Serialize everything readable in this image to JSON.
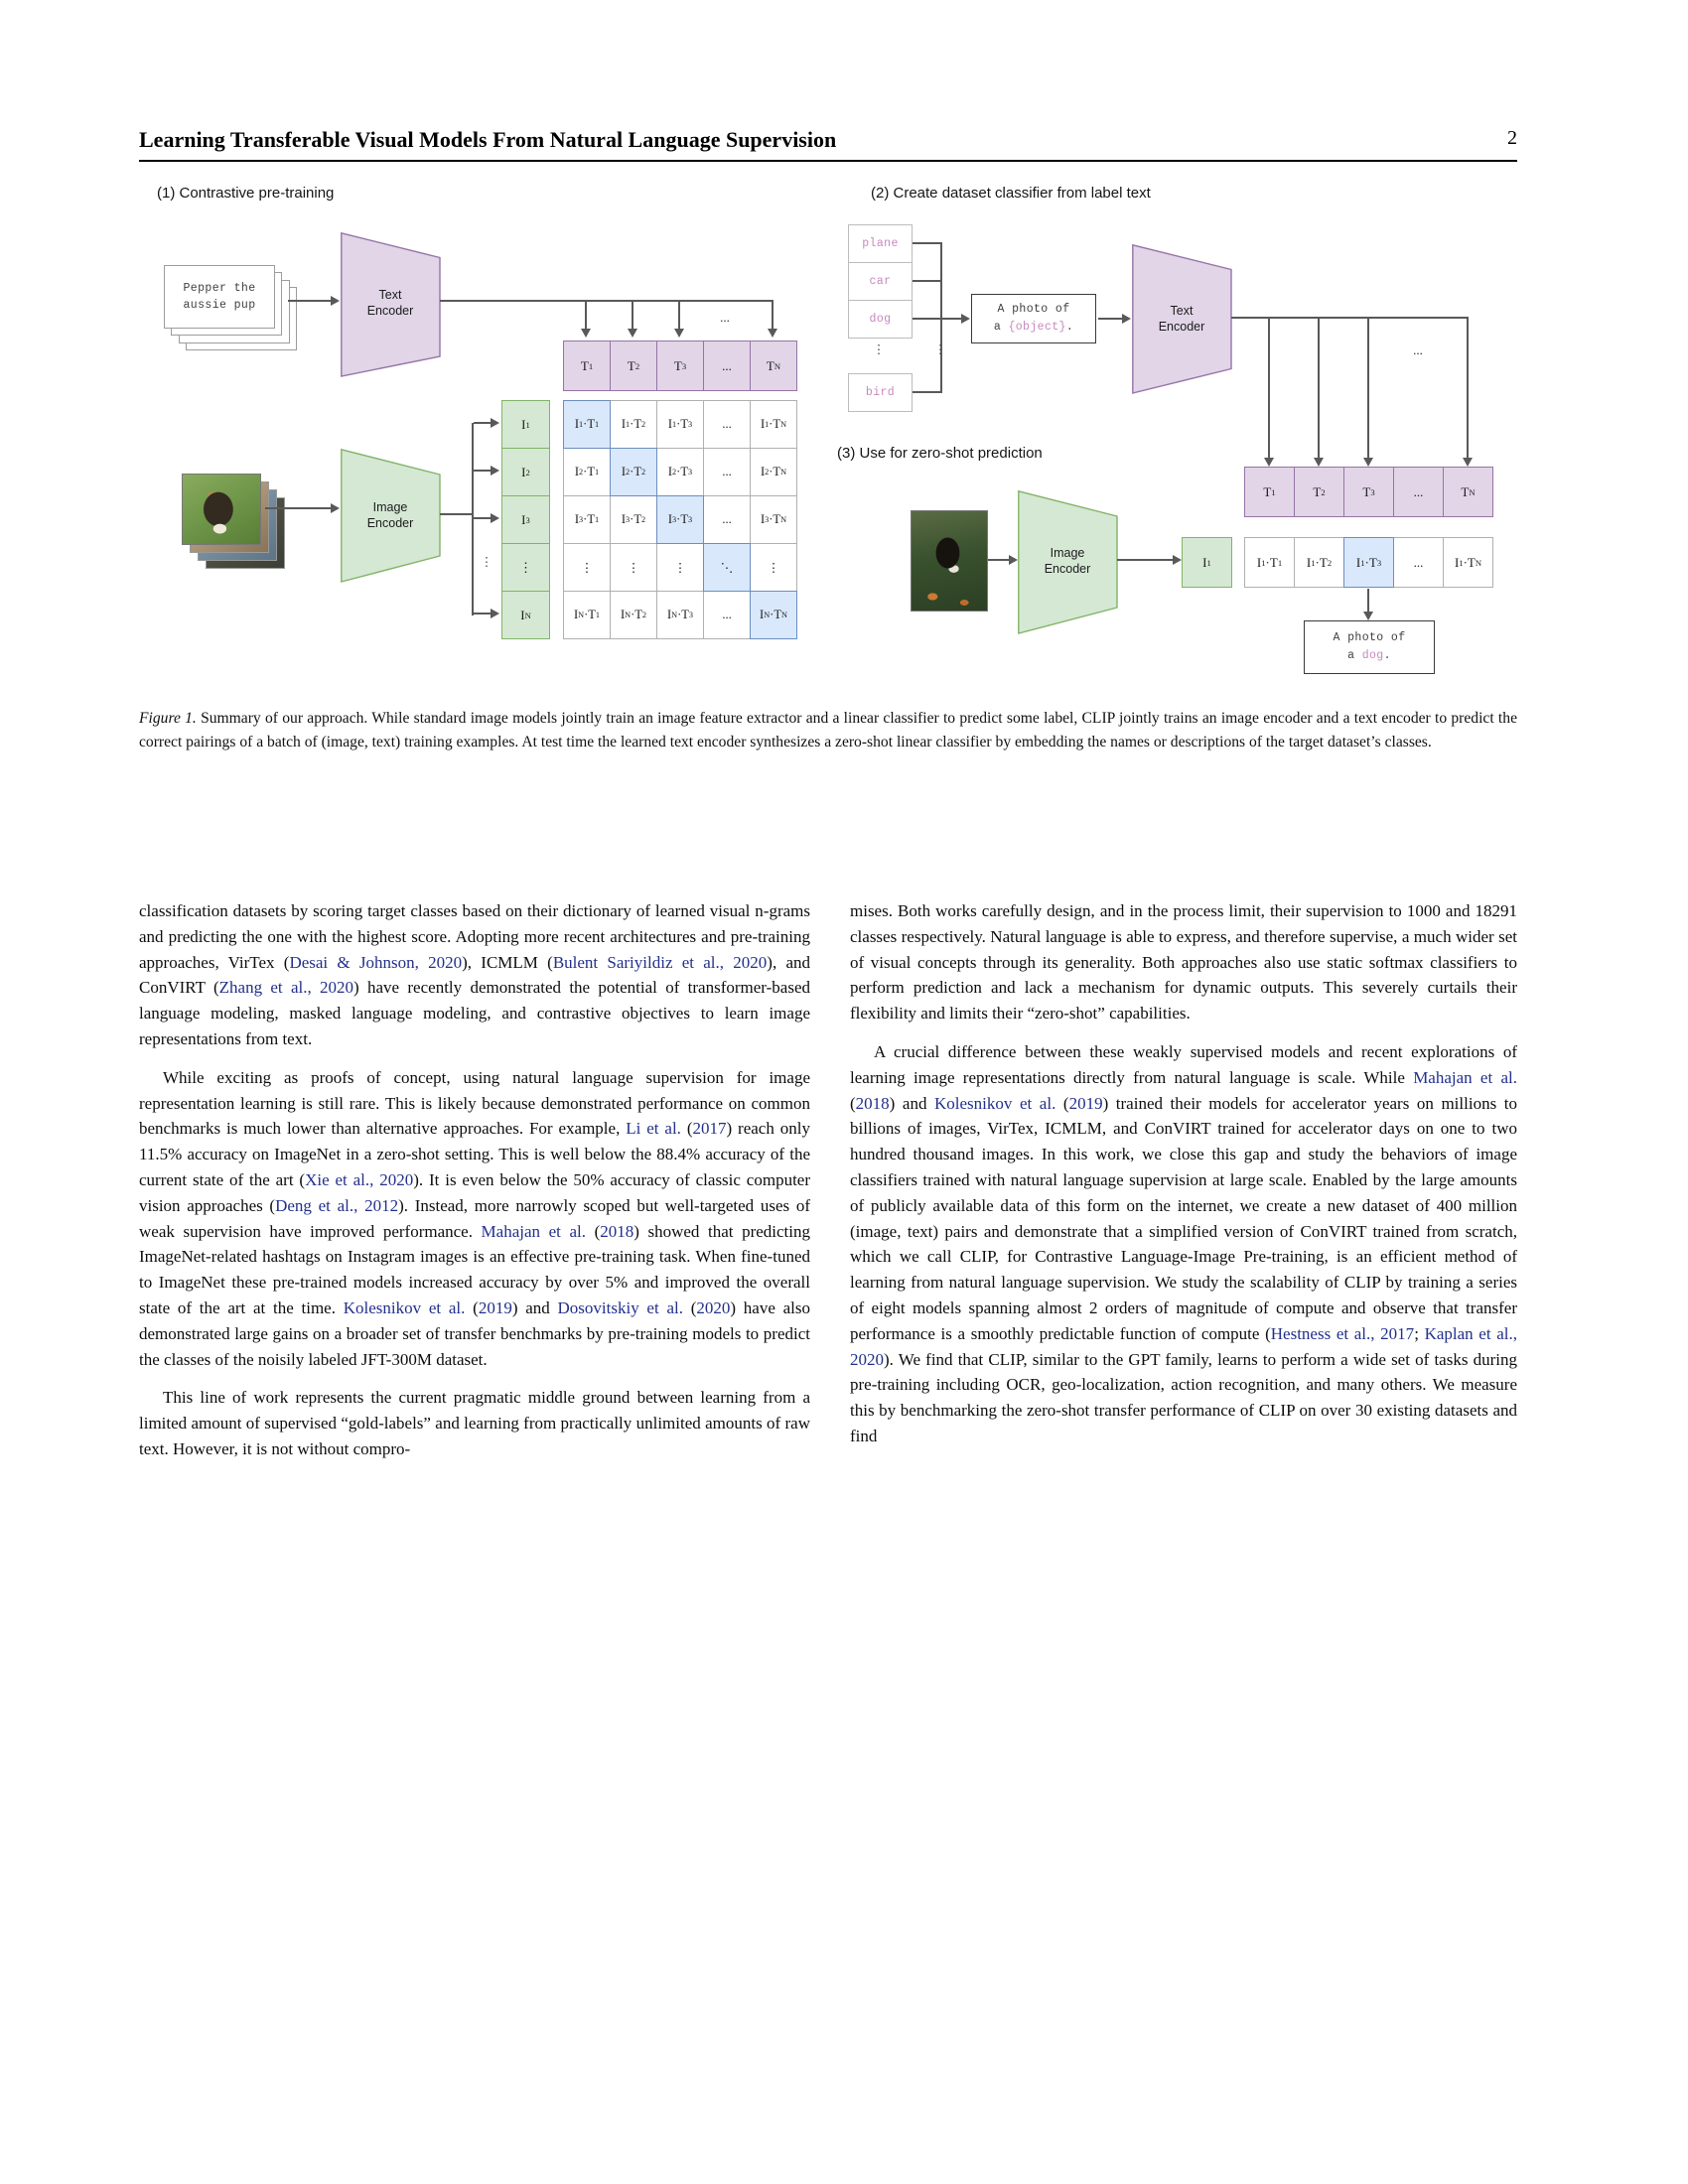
{
  "page": {
    "title": "Learning Transferable Visual Models From Natural Language Supervision",
    "page_number": "2"
  },
  "figure": {
    "colors": {
      "purple_fill": "#e1d5e7",
      "purple_stroke": "#9673a6",
      "green_fill": "#d5e8d4",
      "green_stroke": "#82b366",
      "blue_fill": "#dae8fc",
      "blue_stroke": "#6c8ebf",
      "line_gray": "#595959",
      "grid_gray": "#b0b0b0",
      "box_border": "#bcbcbc",
      "pink_text": "#c788bd",
      "cite_blue": "#22308c",
      "mono_dark": "#3f3f3f"
    },
    "part1": {
      "label": "(1) Contrastive pre-training",
      "card_line1": "Pepper the",
      "card_line2": "aussie pup",
      "text_encoder_label": "Text Encoder",
      "image_encoder_label": "Image Encoder",
      "hdots": "...",
      "vdots": "⋮",
      "t_row": [
        "T_1",
        "T_2",
        "T_3",
        "...",
        "T_N"
      ],
      "i_col": [
        "I_1",
        "I_2",
        "I_3",
        "⋮",
        "I_N"
      ],
      "matrix": [
        [
          "I_1·T_1",
          "I_1·T_2",
          "I_1·T_3",
          "...",
          "I_1·T_N"
        ],
        [
          "I_2·T_1",
          "I_2·T_2",
          "I_2·T_3",
          "...",
          "I_2·T_N"
        ],
        [
          "I_3·T_1",
          "I_3·T_2",
          "I_3·T_3",
          "...",
          "I_3·T_N"
        ],
        [
          "⋮",
          "⋮",
          "⋮",
          "⋱",
          "⋮"
        ],
        [
          "I_N·T_1",
          "I_N·T_2",
          "I_N·T_3",
          "...",
          "I_N·T_N"
        ]
      ]
    },
    "part2": {
      "label": "(2) Create dataset classifier from label text",
      "class_labels": [
        "plane",
        "car",
        "dog",
        "bird"
      ],
      "vdots": "⋮",
      "text_encoder_label": "Text Encoder",
      "prompt_line1": "A photo of",
      "prompt_line2": [
        {
          "t": "a ",
          "c": ""
        },
        {
          "t": "{object}",
          "c": "pink"
        },
        {
          "t": ".",
          "c": ""
        }
      ]
    },
    "part3": {
      "label": "(3) Use for zero-shot prediction",
      "image_encoder_label": "Image Encoder",
      "i_cell": "I_1",
      "hdots": "...",
      "t_row": [
        "T_1",
        "T_2",
        "T_3",
        "...",
        "T_N"
      ],
      "result_row": [
        "I_1·T_1",
        "I_1·T_2",
        "I_1·T_3",
        "...",
        "I_1·T_N"
      ],
      "result_highlight_index": 2,
      "pred_line1": "A photo of",
      "pred_line2": [
        {
          "t": "a ",
          "c": ""
        },
        {
          "t": "dog",
          "c": "pink"
        },
        {
          "t": ".",
          "c": ""
        }
      ]
    }
  },
  "caption": {
    "segments": [
      {
        "t": "Figure 1.",
        "c": "it"
      },
      {
        "t": " Summary of our approach. While standard image models jointly train an image feature extractor and a linear classifier to predict some label, CLIP jointly trains an image encoder and a text encoder to predict the correct pairings of a batch of (image, text) training examples. At test time the learned text encoder synthesizes a zero-shot linear classifier by embedding the names or descriptions of the target dataset’s classes.",
        "c": ""
      }
    ]
  },
  "body": {
    "left": [
      [
        {
          "t": "classification datasets by scoring target classes based on their dictionary of learned visual n-grams and predicting the one with the highest score. Adopting more recent architectures and pre-training approaches, VirTex (",
          "c": ""
        },
        {
          "t": "Desai & Johnson, 2020",
          "c": "cite"
        },
        {
          "t": "), ICMLM (",
          "c": ""
        },
        {
          "t": "Bulent Sariyildiz et al., 2020",
          "c": "cite"
        },
        {
          "t": "), and ConVIRT (",
          "c": ""
        },
        {
          "t": "Zhang et al., 2020",
          "c": "cite"
        },
        {
          "t": ") have recently demonstrated the potential of transformer-based language modeling, masked language modeling, and contrastive objectives to learn image representations from text.",
          "c": ""
        }
      ],
      [
        {
          "t": "While exciting as proofs of concept, using natural language supervision for image representation learning is still rare. This is likely because demonstrated performance on common benchmarks is much lower than alternative approaches. For example, ",
          "c": ""
        },
        {
          "t": "Li et al.",
          "c": "cite"
        },
        {
          "t": " (",
          "c": ""
        },
        {
          "t": "2017",
          "c": "cite"
        },
        {
          "t": ") reach only 11.5% accuracy on ImageNet in a zero-shot setting. This is well below the 88.4% accuracy of the current state of the art (",
          "c": ""
        },
        {
          "t": "Xie et al., 2020",
          "c": "cite"
        },
        {
          "t": "). It is even below the 50% accuracy of classic computer vision approaches (",
          "c": ""
        },
        {
          "t": "Deng et al., 2012",
          "c": "cite"
        },
        {
          "t": "). Instead, more narrowly scoped but well-targeted uses of weak supervision have improved performance. ",
          "c": ""
        },
        {
          "t": "Mahajan et al.",
          "c": "cite"
        },
        {
          "t": " (",
          "c": ""
        },
        {
          "t": "2018",
          "c": "cite"
        },
        {
          "t": ") showed that predicting ImageNet-related hashtags on Instagram images is an effective pre-training task. When fine-tuned to ImageNet these pre-trained models increased accuracy by over 5% and improved the overall state of the art at the time. ",
          "c": ""
        },
        {
          "t": "Kolesnikov et al.",
          "c": "cite"
        },
        {
          "t": " (",
          "c": ""
        },
        {
          "t": "2019",
          "c": "cite"
        },
        {
          "t": ") and ",
          "c": ""
        },
        {
          "t": "Dosovitskiy et al.",
          "c": "cite"
        },
        {
          "t": " (",
          "c": ""
        },
        {
          "t": "2020",
          "c": "cite"
        },
        {
          "t": ") have also demonstrated large gains on a broader set of transfer benchmarks by pre-training models to predict the classes of the noisily labeled JFT-300M dataset.",
          "c": ""
        }
      ],
      [
        {
          "t": "This line of work represents the current pragmatic middle ground between learning from a limited amount of supervised “gold-labels” and learning from practically unlimited amounts of raw text. However, it is not without compro-",
          "c": ""
        }
      ]
    ],
    "right": [
      [
        {
          "t": "mises. Both works carefully design, and in the process limit, their supervision to 1000 and 18291 classes respectively. Natural language is able to express, and therefore supervise, a much wider set of visual concepts through its generality. Both approaches also use static softmax classifiers to perform prediction and lack a mechanism for dynamic outputs. This severely curtails their flexibility and limits their “zero-shot” capabilities.",
          "c": ""
        }
      ],
      [
        {
          "t": "A crucial difference between these weakly supervised models and recent explorations of learning image representations directly from natural language is scale. While ",
          "c": ""
        },
        {
          "t": "Mahajan et al.",
          "c": "cite"
        },
        {
          "t": " (",
          "c": ""
        },
        {
          "t": "2018",
          "c": "cite"
        },
        {
          "t": ") and ",
          "c": ""
        },
        {
          "t": "Kolesnikov et al.",
          "c": "cite"
        },
        {
          "t": " (",
          "c": ""
        },
        {
          "t": "2019",
          "c": "cite"
        },
        {
          "t": ") trained their models for accelerator years on millions to billions of images, VirTex, ICMLM, and ConVIRT trained for accelerator days on one to two hundred thousand images. In this work, we close this gap and study the behaviors of image classifiers trained with natural language supervision at large scale. Enabled by the large amounts of publicly available data of this form on the internet, we create a new dataset of 400 million (image, text) pairs and demonstrate that a simplified version of ConVIRT trained from scratch, which we call CLIP, for Contrastive Language-Image Pre-training, is an efficient method of learning from natural language supervision. We study the scalability of CLIP by training a series of eight models spanning almost 2 orders of magnitude of compute and observe that transfer performance is a smoothly predictable function of compute (",
          "c": ""
        },
        {
          "t": "Hestness et al., 2017",
          "c": "cite"
        },
        {
          "t": "; ",
          "c": ""
        },
        {
          "t": "Kaplan et al., 2020",
          "c": "cite"
        },
        {
          "t": "). We find that CLIP, similar to the GPT family, learns to perform a wide set of tasks during pre-training including OCR, geo-localization, action recognition, and many others. We measure this by benchmarking the zero-shot transfer performance of CLIP on over 30 existing datasets and find",
          "c": ""
        }
      ]
    ]
  }
}
